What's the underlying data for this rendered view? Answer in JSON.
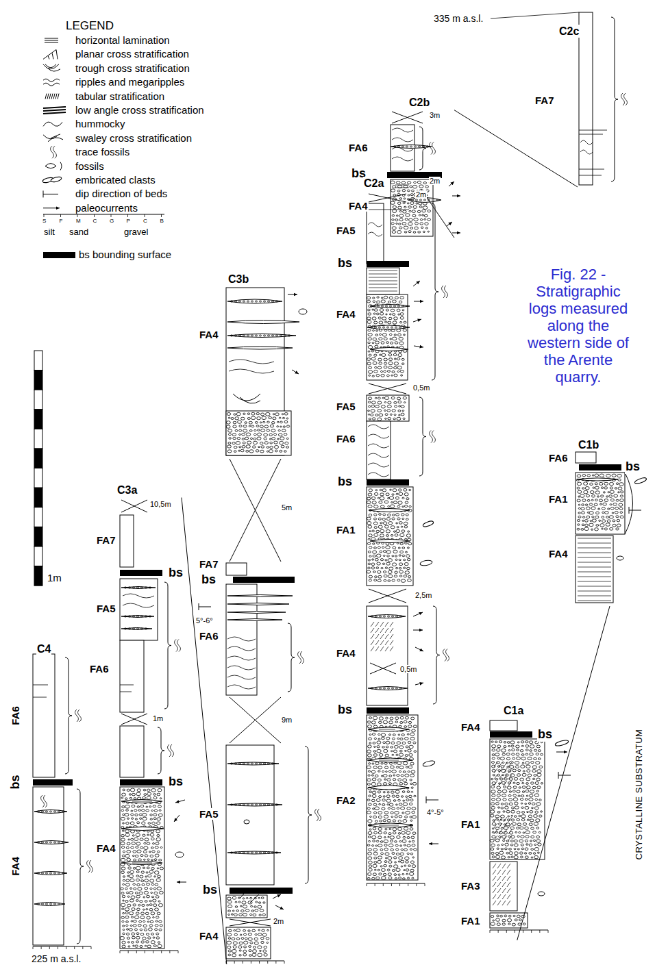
{
  "diagram": {
    "caption": "Fig. 22 - Stratigraphic logs measured along the western side of the Arente quarry.",
    "nodes": [
      {
        "text": [
          "C2c"
        ]
      },
      {
        "text": [
          "C2b"
        ]
      },
      {
        "text": [
          "C2a"
        ]
      },
      {
        "text": [
          "C3b"
        ]
      },
      {
        "text": [
          "C1b"
        ]
      },
      {
        "text": [
          "C3a"
        ]
      },
      {
        "text": [
          "C4"
        ]
      },
      {
        "text": [
          "C1a"
        ]
      }
    ],
    "edges": [
      {
        "from": 5,
        "to": 3,
        "arrow": "none"
      },
      {
        "from": 2,
        "to": 1,
        "arrow": "none"
      },
      {
        "from": 1,
        "to": 0,
        "arrow": "none"
      },
      {
        "from": 7,
        "to": 4,
        "arrow": "none"
      }
    ],
    "labels": [
      "LEGEND",
      "S",
      "F",
      "M",
      "C",
      "G",
      "P",
      "C",
      "B",
      "silt",
      "sand",
      "gravel",
      "1m",
      "335 m a.s.l.",
      "3m",
      "FA6",
      "bs",
      "2m",
      "FA4",
      "FA7",
      "2m",
      "FA5",
      "bs",
      "FA4",
      "0,5m",
      "FA5",
      "FA6",
      "bs",
      "FA1",
      "2,5m",
      "FA4",
      "0,5m",
      "bs",
      "FA2",
      "4°-5°",
      "FA4",
      "5m",
      "FA7",
      "bs",
      "FA6",
      "9m",
      "FA5",
      "bs",
      "2m",
      "FA4",
      "FA6",
      "bs",
      "FA1",
      "FA4",
      "10,5m",
      "FA7",
      "bs",
      "FA5",
      "5°-6°",
      "FA6",
      "1m",
      "bs",
      "FA4",
      "FA6",
      "bs",
      "FA4",
      "FA4",
      "bs",
      "FA1",
      "FA3",
      "FA1",
      "CRYSTALLINE SUBSTRATUM",
      "225 m a.s.l."
    ],
    "legend": [
      {
        "text": "horizontal lamination"
      },
      {
        "text": "planar cross stratification"
      },
      {
        "text": "trough cross stratification"
      },
      {
        "text": "ripples and megaripples"
      },
      {
        "text": "tabular stratification"
      },
      {
        "text": "low angle cross stratification"
      },
      {
        "text": "hummocky"
      },
      {
        "text": "swaley cross stratification"
      },
      {
        "text": "trace fossils"
      },
      {
        "text": "fossils"
      },
      {
        "text": "embricated clasts"
      },
      {
        "text": "dip direction of beds"
      },
      {
        "text": "paleocurrents"
      },
      {
        "text": "bs bounding surface"
      }
    ]
  }
}
